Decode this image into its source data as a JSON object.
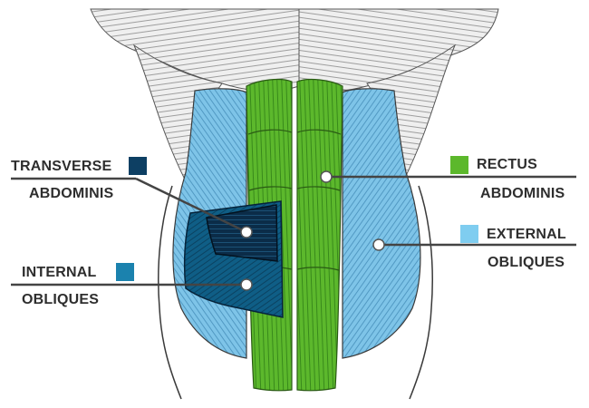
{
  "labels": {
    "transverse": {
      "line1": "TRANSVERSE",
      "line2": "ABDOMINIS",
      "color": "#0d3f63"
    },
    "internal": {
      "line1": "INTERNAL",
      "line2": "OBLIQUES",
      "color": "#1b82ae"
    },
    "rectus": {
      "line1": "RECTUS",
      "line2": "ABDOMINIS",
      "color": "#5cb82c"
    },
    "external": {
      "line1": "EXTERNAL",
      "line2": "OBLIQUES",
      "color": "#7fcdf0"
    }
  },
  "colors": {
    "chest": "#efefef",
    "chest_lines": "#8a8a8a",
    "oblique_blue": "#7ec4e8",
    "rectus_green": "#5cb82c",
    "internal_dark": "#0f5e86",
    "transverse_dark": "#0b2c48",
    "outline": "#3a3a3a",
    "leader": "#444444"
  }
}
